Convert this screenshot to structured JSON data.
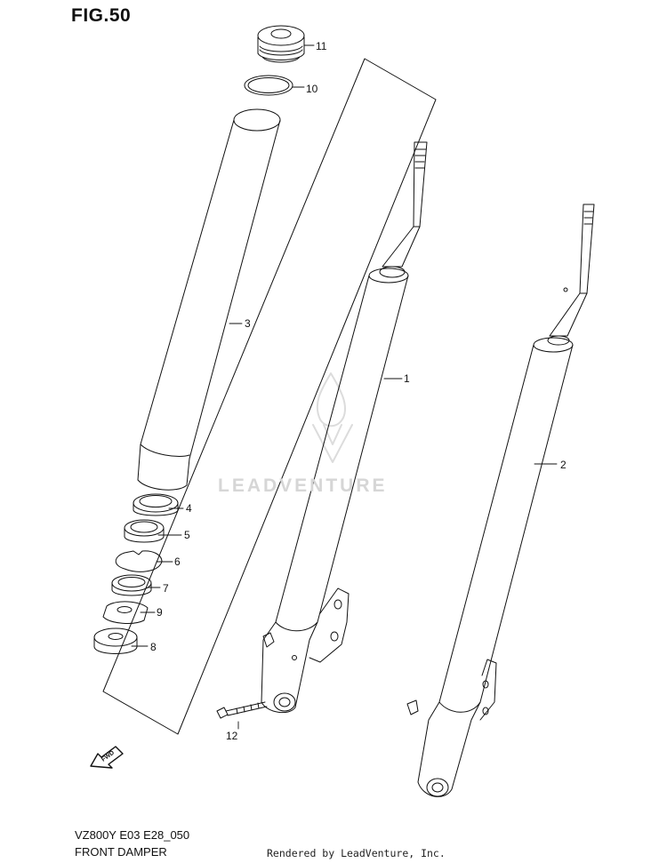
{
  "figure": {
    "title": "FIG.50",
    "model_code": "VZ800Y E03 E28_050",
    "section_name": "FRONT DAMPER"
  },
  "credits": {
    "rendered_by": "Rendered by LeadVenture, Inc."
  },
  "watermark": {
    "text": "LEADVENTURE",
    "icon": "flame-v-logo-icon"
  },
  "forward_arrow": {
    "label": "FWD",
    "icon": "forward-arrow-icon"
  },
  "callouts": [
    {
      "number": "1",
      "part": "fork-assembly-right"
    },
    {
      "number": "2",
      "part": "fork-assembly-left"
    },
    {
      "number": "3",
      "part": "inner-tube"
    },
    {
      "number": "4",
      "part": "dust-seal"
    },
    {
      "number": "5",
      "part": "oil-seal"
    },
    {
      "number": "6",
      "part": "circlip"
    },
    {
      "number": "7",
      "part": "oil-seal-retainer"
    },
    {
      "number": "8",
      "part": "slide-metal"
    },
    {
      "number": "9",
      "part": "washer"
    },
    {
      "number": "10",
      "part": "o-ring"
    },
    {
      "number": "11",
      "part": "cap-bolt"
    },
    {
      "number": "12",
      "part": "damper-bolt"
    }
  ],
  "colors": {
    "line": "#111111",
    "watermark": "#d6d6d6",
    "background": "#ffffff"
  }
}
